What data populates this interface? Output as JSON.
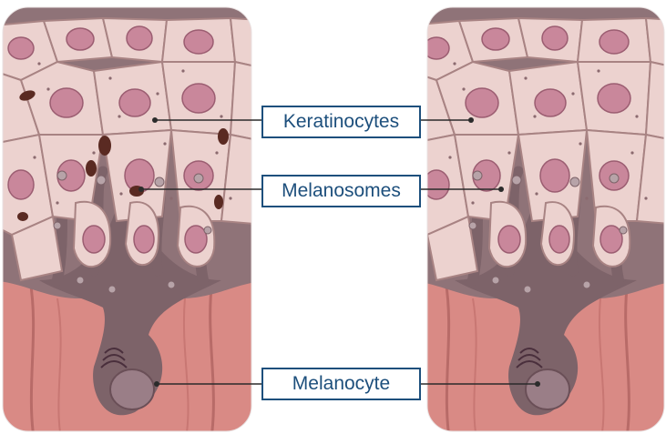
{
  "labels": {
    "keratinocytes": "Keratinocytes",
    "melanosomes": "Melanosomes",
    "melanocyte": "Melanocyte"
  },
  "colors": {
    "label_border": "#1d4f7c",
    "label_text": "#1d4f7c",
    "leader_line": "#2b2b2b",
    "cell_fill": "#ecd2cf",
    "cell_outline": "#a88383",
    "nucleus": "#c9879b",
    "melanocyte_body": "#7d6369",
    "dermis": "#d98a85",
    "pigment_dark": "#5a2a22"
  }
}
